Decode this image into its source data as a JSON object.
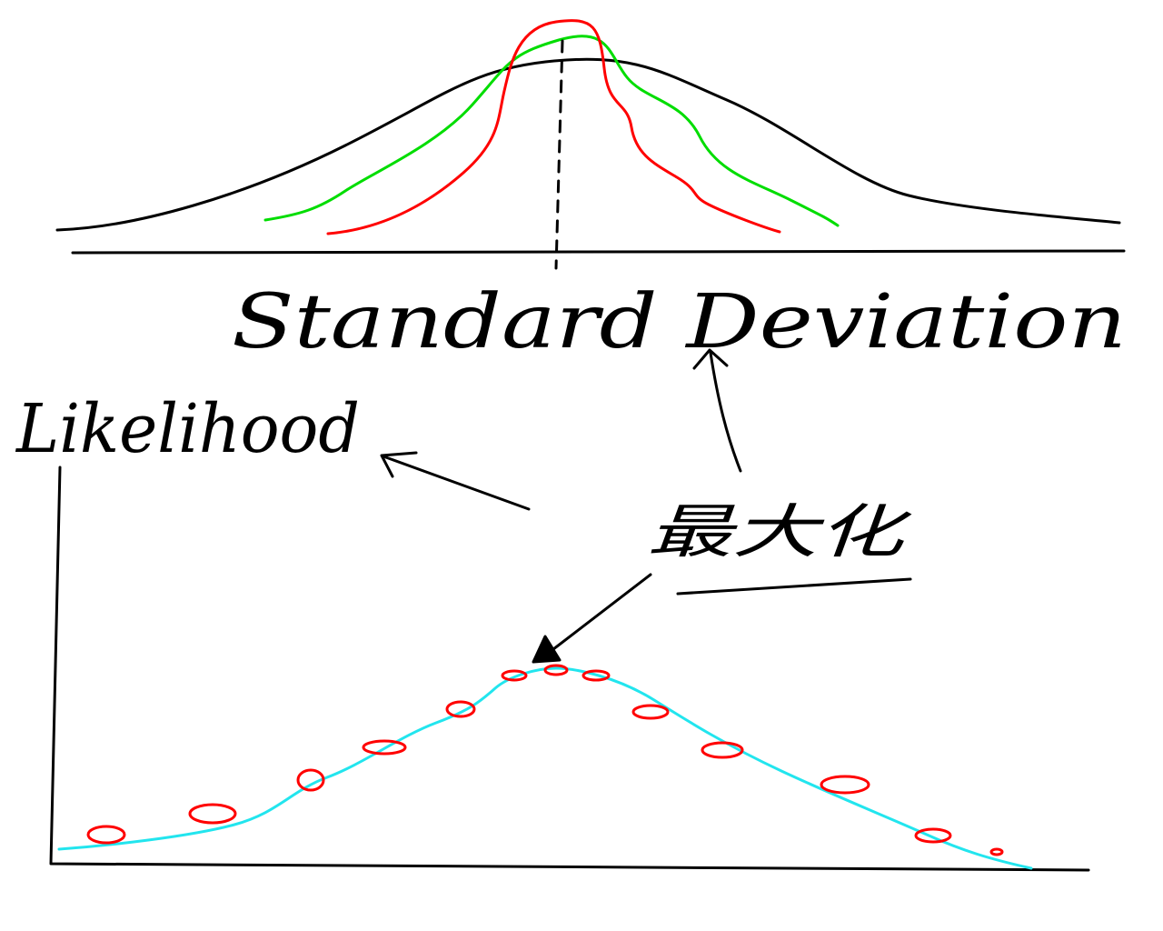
{
  "labels": {
    "standard_deviation": "Standard Deviation",
    "likelihood": "Likelihood",
    "maximize": "最大化"
  },
  "colors": {
    "ink": "#000000",
    "wide_curve": "#000000",
    "medium_curve": "#00dd00",
    "narrow_curve": "#ff0000",
    "fit_curve": "#22e5ee",
    "data_points": "#ff0000"
  }
}
